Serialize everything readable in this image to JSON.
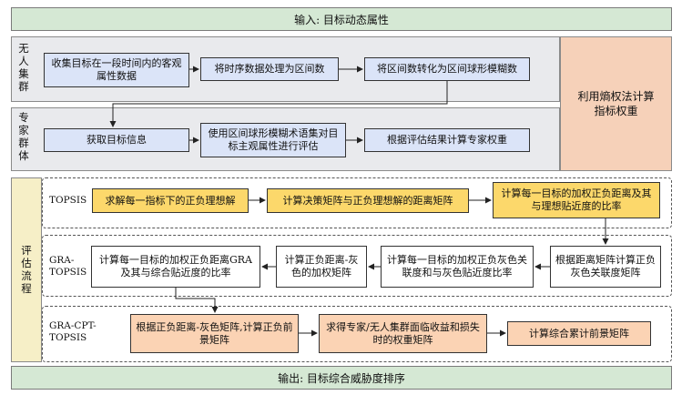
{
  "input_label": "输入: 目标动态属性",
  "output_label": "输出: 目标综合威胁度排序",
  "uav": {
    "label_lines": [
      "无",
      "人",
      "集",
      "群"
    ],
    "nodes": [
      "收集目标在一段时间内的客观属性数据",
      "将时序数据处理为区间数",
      "将区间数转化为区间球形模糊数"
    ]
  },
  "expert": {
    "label_lines": [
      "专",
      "家",
      "群",
      "体"
    ],
    "nodes": [
      "获取目标信息",
      "使用区间球形模糊术语集对目标主观属性进行评估",
      "根据评估结果计算专家权重"
    ]
  },
  "entropy": "利用熵权法计算指标权重",
  "eval_label_lines": [
    "评",
    "估",
    "流",
    "程"
  ],
  "topsis": {
    "label": "TOPSIS",
    "nodes": [
      "求解每一指标下的正负理想解",
      "计算决策矩阵与正负理想解的距离矩阵",
      "计算每一目标的加权正负距离及其与理想贴近度的比率"
    ]
  },
  "gra": {
    "label_lines": [
      "GRA-",
      "TOPSIS"
    ],
    "nodes": [
      "根据距离矩阵计算正负灰色关联度矩阵",
      "计算每一目标的加权正负灰色关联度和与灰色贴近度比率",
      "计算正负距离-灰色的加权矩阵",
      "计算每一目标的加权正负距离GRA及其与综合贴近度的比率"
    ]
  },
  "cpt": {
    "label_lines": [
      "GRA-CPT-",
      "TOPSIS"
    ],
    "nodes": [
      "根据正负距离-灰色矩阵,计算正负前景矩阵",
      "求得专家/无人集群面临收益和损失时的权重矩阵",
      "计算综合累计前景矩阵"
    ]
  }
}
